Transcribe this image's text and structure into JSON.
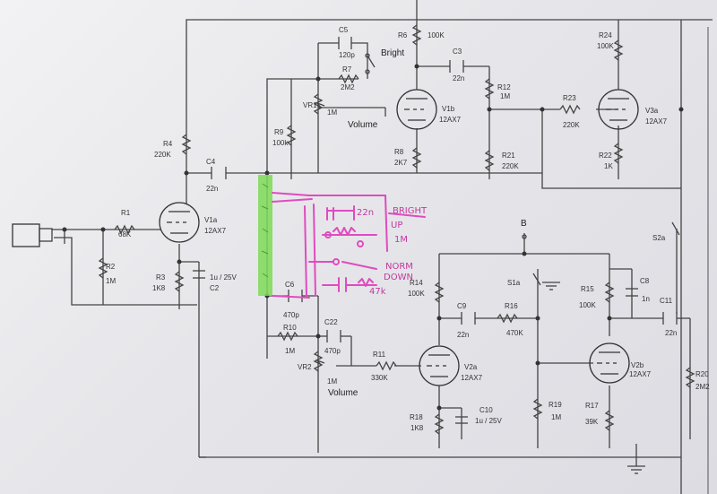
{
  "labels": {
    "R1": "R1",
    "R1v": "68K",
    "R2": "R2",
    "R2v": "1M",
    "R3": "R3",
    "R3v": "1K8",
    "C2v": "1u / 25V",
    "C2": "C2",
    "R4": "R4",
    "R4v": "220K",
    "C4": "C4",
    "C4v": "22n",
    "V1a": "V1a",
    "V1av": "12AX7",
    "C5": "C5",
    "C5v": "120p",
    "Bright": "Bright",
    "R7": "R7",
    "R7v": "2M2",
    "R6": "R6",
    "R6v": "100K",
    "C3": "C3",
    "C3v": "22n",
    "VR1": "VR1",
    "VR1v": "1M",
    "Volume1": "Volume",
    "R9": "R9",
    "R9v": "100k",
    "V1b": "V1b",
    "V1bv": "12AX7",
    "R8": "R8",
    "R8v": "2K7",
    "R12": "R12",
    "R12v": "1M",
    "R21": "R21",
    "R21v": "220K",
    "R23": "R23",
    "R23v": "220K",
    "R24": "R24",
    "R24v": "100K",
    "V3a": "V3a",
    "V3av": "12AX7",
    "R22": "R22",
    "R22v": "1K",
    "B": "B",
    "S2a": "S2a",
    "C6": "C6",
    "C6v": "470p",
    "R10": "R10",
    "R10v": "1M",
    "C22": "C22",
    "C22v": "470p",
    "VR2": "VR2",
    "VR2v": "1M",
    "Volume2": "Volume",
    "R11": "R11",
    "R11v": "330K",
    "R14": "R14",
    "R14v": "100K",
    "V2a": "V2a",
    "V2av": "12AX7",
    "R18": "R18",
    "R18v": "1K8",
    "C10": "C10",
    "C10v": "1u / 25V",
    "C9": "C9",
    "C9v": "22n",
    "R16": "R16",
    "R16v": "470K",
    "S1a": "S1a",
    "R19": "R19",
    "R19v": "1M",
    "R15": "R15",
    "R15v": "100K",
    "C8": "C8",
    "C8v": "1n",
    "C11": "C11",
    "C11v": "22n",
    "V2b": "V2b",
    "V2bv": "12AX7",
    "R17": "R17",
    "R17v": "39K",
    "R20": "R20",
    "R20v": "2M2"
  },
  "handwritten": {
    "note1": "BRIGHT",
    "note2": "UP",
    "note3": "1M",
    "note4": "NORM",
    "note5": "DOWN",
    "note6": "22n",
    "note7": "47k"
  },
  "colors": {
    "ink": "#444444",
    "pink": "#e04bbf",
    "green": "#7ed957"
  }
}
